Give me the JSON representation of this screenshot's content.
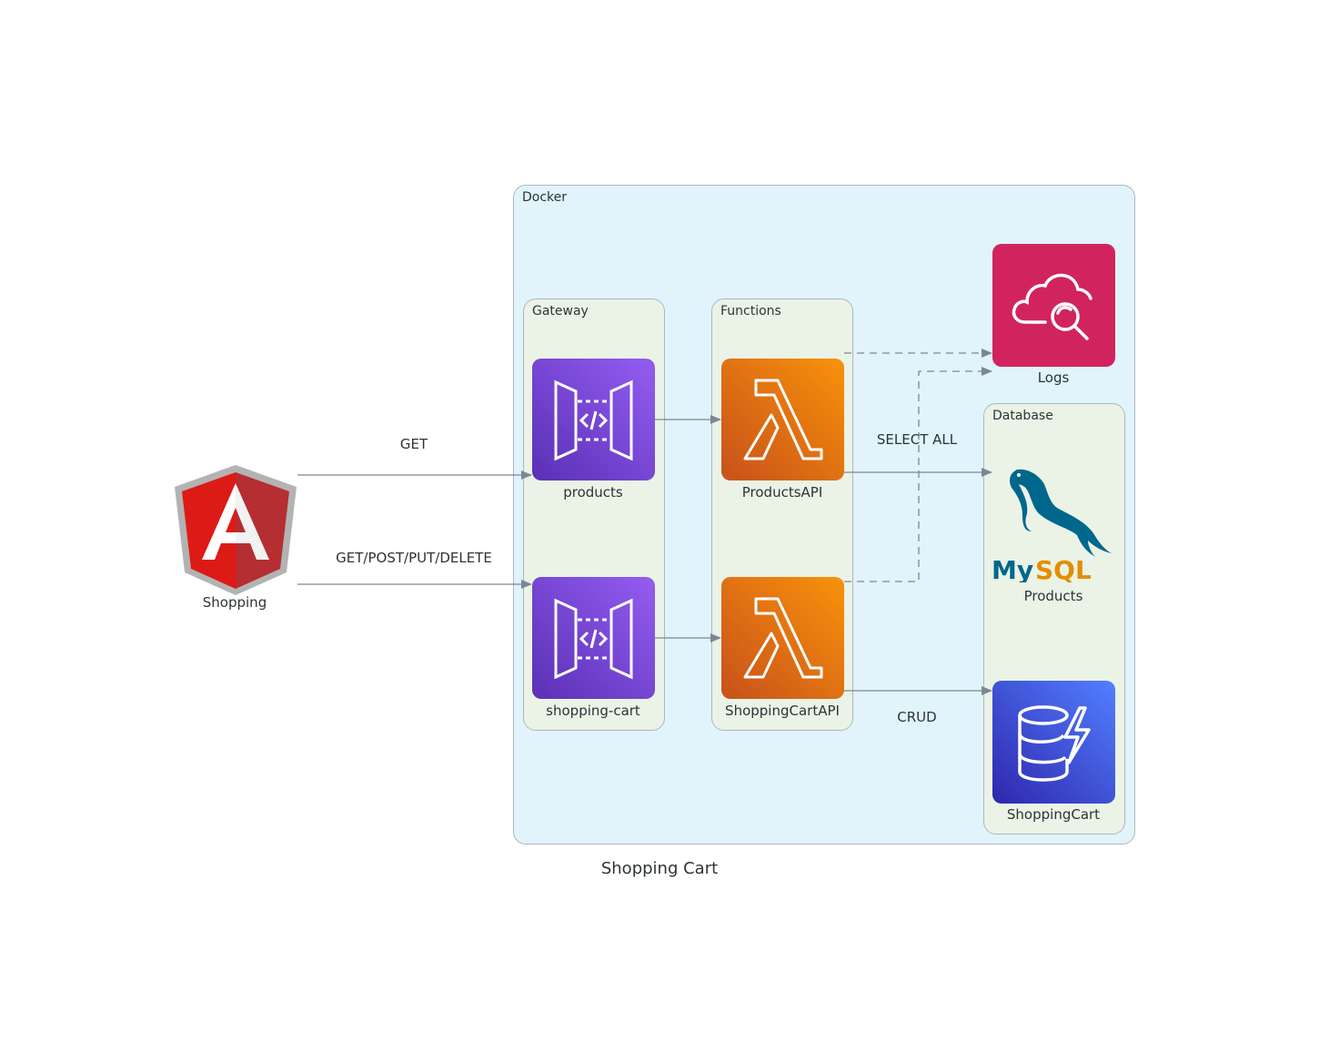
{
  "title": "Shopping Cart",
  "clusters": {
    "docker": "Docker",
    "gateway": "Gateway",
    "functions": "Functions",
    "database": "Database"
  },
  "nodes": {
    "client": {
      "label": "Shopping",
      "icon": "angular-icon"
    },
    "gw_products": {
      "label": "products",
      "icon": "api-gateway-icon"
    },
    "gw_cart": {
      "label": "shopping-cart",
      "icon": "api-gateway-icon"
    },
    "fn_products": {
      "label": "ProductsAPI",
      "icon": "lambda-icon"
    },
    "fn_cart": {
      "label": "ShoppingCartAPI",
      "icon": "lambda-icon"
    },
    "logs": {
      "label": "Logs",
      "icon": "cloudwatch-icon"
    },
    "db_products": {
      "label": "Products",
      "icon": "mysql-icon",
      "logo_text": "MySQL"
    },
    "db_cart": {
      "label": "ShoppingCart",
      "icon": "dynamodb-icon"
    }
  },
  "edges": {
    "get": "GET",
    "crud_methods": "GET/POST/PUT/DELETE",
    "select_all": "SELECT ALL",
    "crud": "CRUD"
  },
  "colors": {
    "docker_bg": "#e1f3fb",
    "group_bg": "#ebf3e7",
    "gateway": "#7b3fe4",
    "lambda": "#ed7100",
    "cloudwatch": "#d1245f",
    "dynamodb": "#3b48cc",
    "angular": "#dd1b16",
    "edge": "#7b8894"
  }
}
